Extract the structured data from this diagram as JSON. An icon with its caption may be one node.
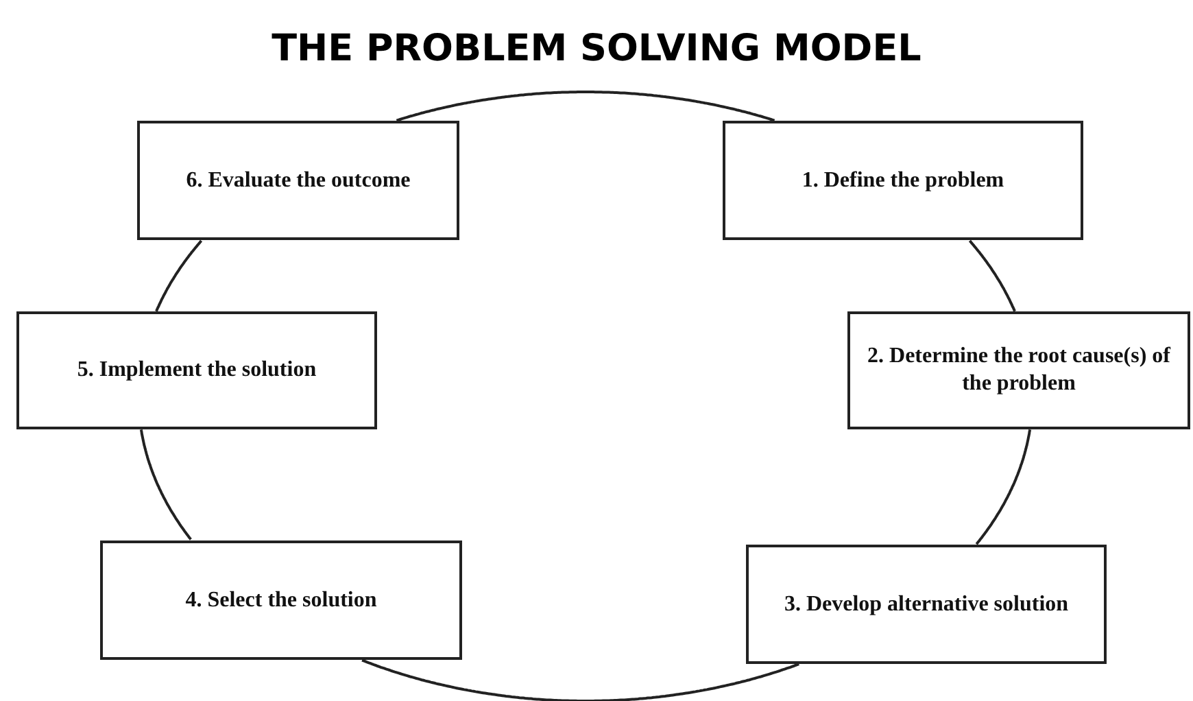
{
  "diagram": {
    "title": "THE PROBLEM SOLVING MODEL",
    "nodes": [
      {
        "text": [
          "1. Define the problem"
        ]
      },
      {
        "text": [
          "2. Determine the root cause(s) of the problem"
        ]
      },
      {
        "text": [
          "3. Develop alternative solution"
        ]
      },
      {
        "text": [
          "4. Select the solution"
        ]
      },
      {
        "text": [
          "5. Implement the solution"
        ]
      },
      {
        "text": [
          "6. Evaluate the outcome"
        ]
      }
    ],
    "edges": [
      {
        "from": 0,
        "to": 1,
        "arrow": "none"
      },
      {
        "from": 1,
        "to": 2,
        "arrow": "none"
      },
      {
        "from": 2,
        "to": 3,
        "arrow": "none"
      },
      {
        "from": 3,
        "to": 4,
        "arrow": "none"
      },
      {
        "from": 4,
        "to": 5,
        "arrow": "none"
      },
      {
        "from": 5,
        "to": 0,
        "arrow": "none"
      }
    ]
  }
}
